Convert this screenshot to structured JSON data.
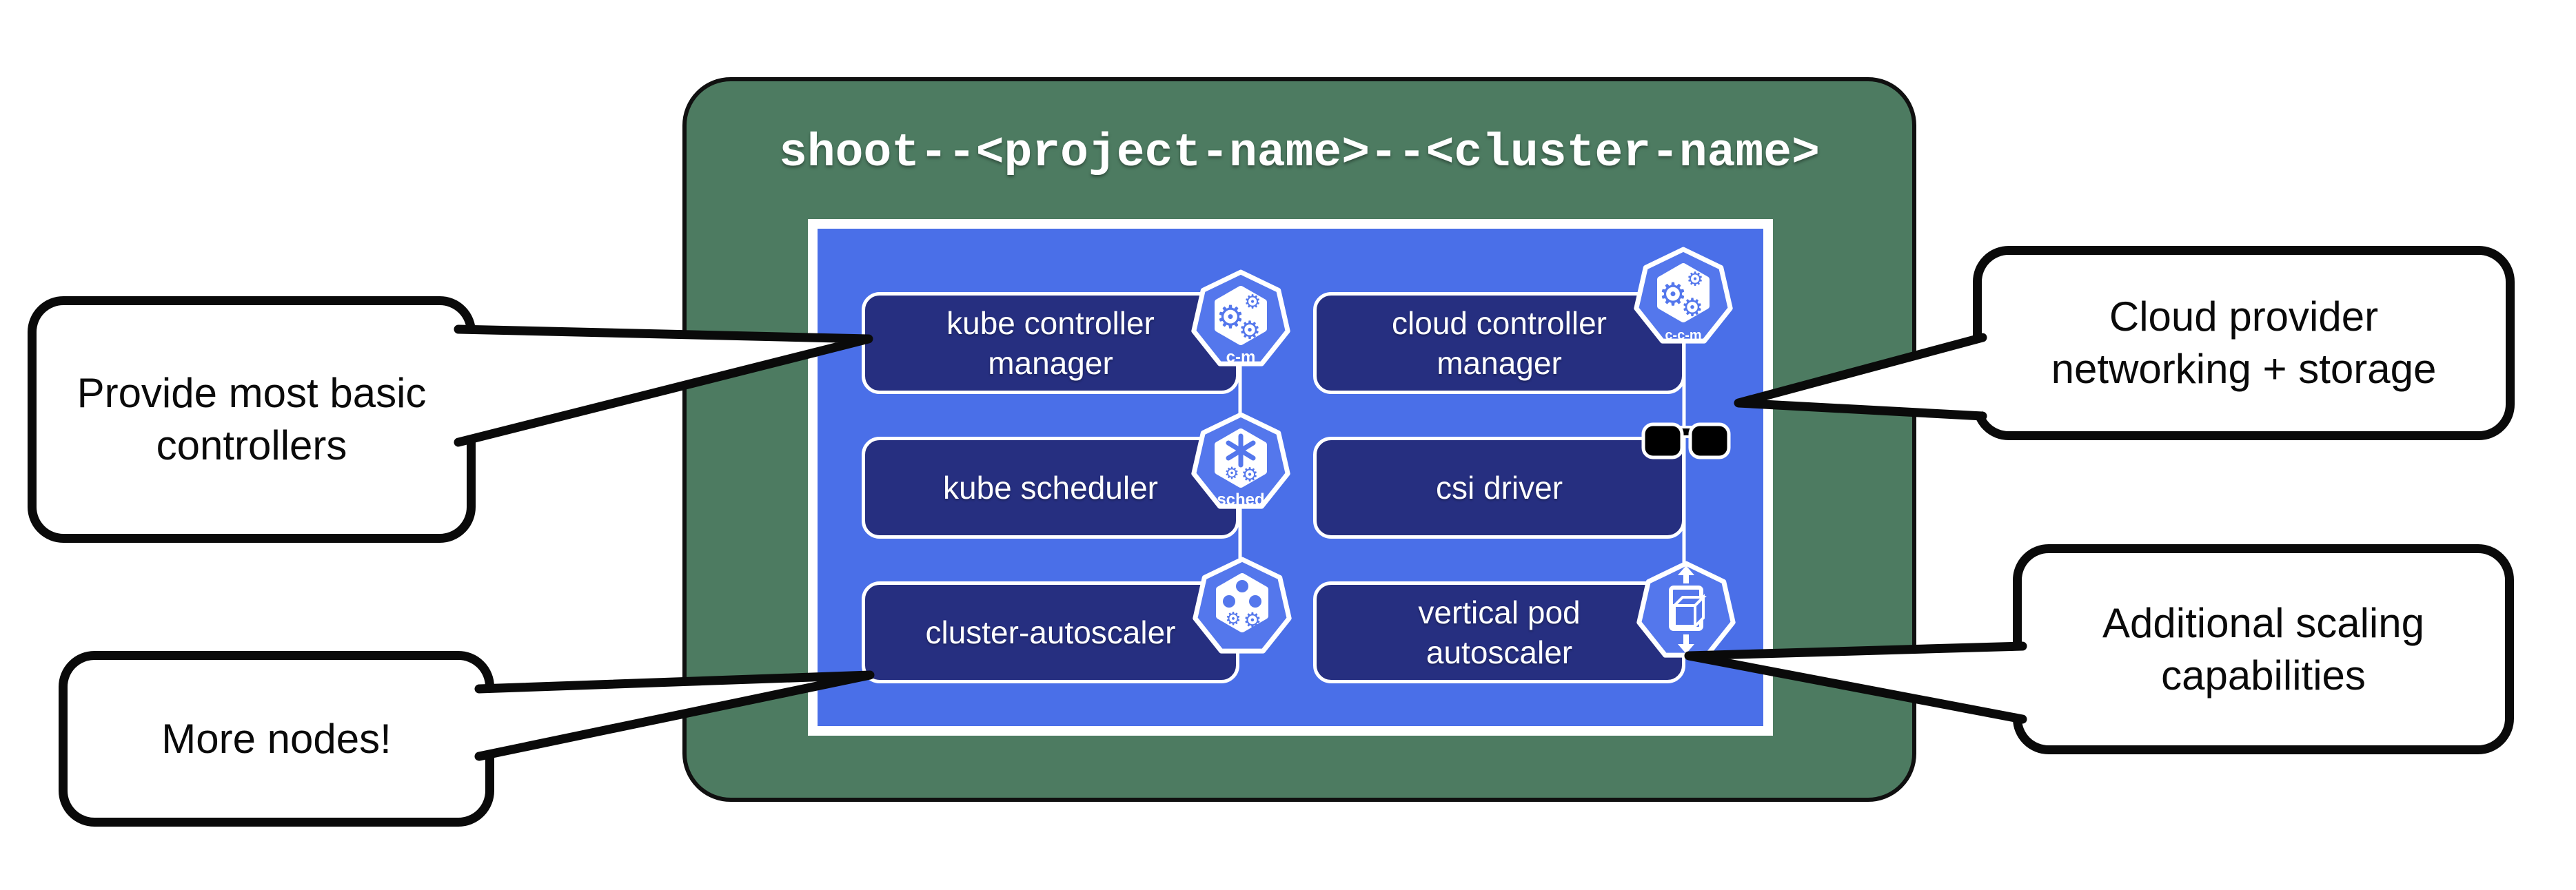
{
  "cluster": {
    "title": "shoot--<project-name>--<cluster-name>",
    "components": [
      {
        "label": "kube controller manager",
        "icon": "c-m",
        "badge": "c-m"
      },
      {
        "label": "cloud controller manager",
        "icon": "c-c-m",
        "badge": "c-c-m"
      },
      {
        "label": "kube scheduler",
        "icon": "sched",
        "badge": "sched"
      },
      {
        "label": "csi driver",
        "icon": "sunglasses",
        "badge": ""
      },
      {
        "label": "cluster-autoscaler",
        "icon": "cluster-autoscaler-logo",
        "badge": ""
      },
      {
        "label": "vertical pod autoscaler",
        "icon": "vertical-pod-autoscaler-logo",
        "badge": ""
      }
    ]
  },
  "callouts": [
    {
      "text": "Provide most basic controllers",
      "side": "left-top"
    },
    {
      "text": "More nodes!",
      "side": "left-bottom"
    },
    {
      "text": "Cloud provider networking + storage",
      "side": "right-top"
    },
    {
      "text": "Additional scaling capabilities",
      "side": "right-bottom"
    }
  ],
  "colors": {
    "green_panel": "#4d7b61",
    "royal_blue_panel": "#4a6fe8",
    "navy_component": "#262f80",
    "icon_blue": "#5477ec",
    "outline_black": "#0a0a0a",
    "white": "#ffffff"
  }
}
